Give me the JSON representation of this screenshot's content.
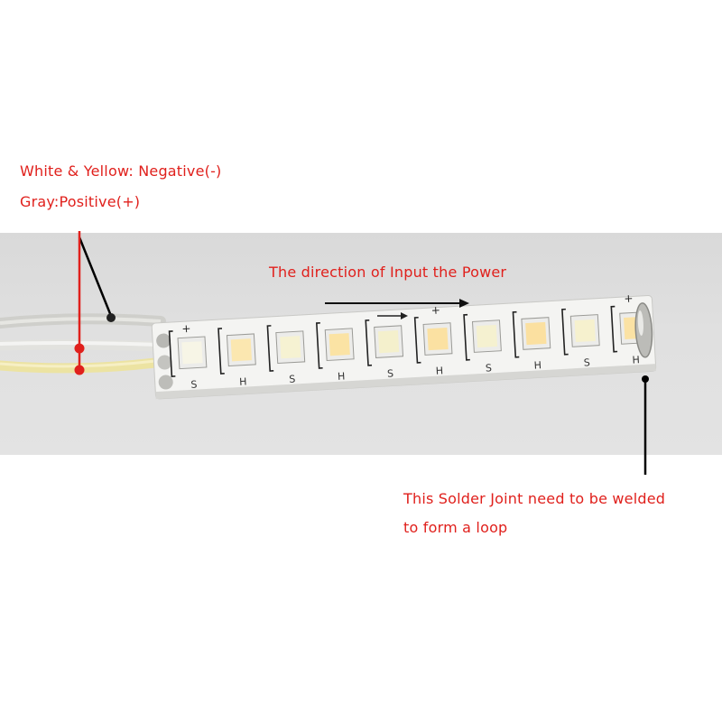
{
  "wiring_note": {
    "line1": "White & Yellow: Negative(-)",
    "line2": "Gray:Positive(+)"
  },
  "direction_note": "The direction of Input the Power",
  "solder_note": {
    "line1": "This Solder Joint need to be welded",
    "line2": "to form a loop"
  },
  "strip": {
    "segment_labels": [
      "S",
      "H",
      "S",
      "H",
      "S",
      "H",
      "S",
      "H",
      "S",
      "H"
    ],
    "led_colors": [
      "#f7f5e6",
      "#fbe7b0",
      "#f6f2d2",
      "#fbe3a4",
      "#f4f0cc",
      "#fbe1a2",
      "#f5f1d0",
      "#fbe0a0",
      "#f6f1ce",
      "#fbe2a4"
    ],
    "pad_marks": [
      "+",
      "+",
      "+"
    ]
  },
  "colors": {
    "annotation_red": "#e0201c",
    "pcb": "#f4f4f2",
    "gray_wire": "#d0d0cc",
    "yellow_wire": "#efe6a6"
  }
}
